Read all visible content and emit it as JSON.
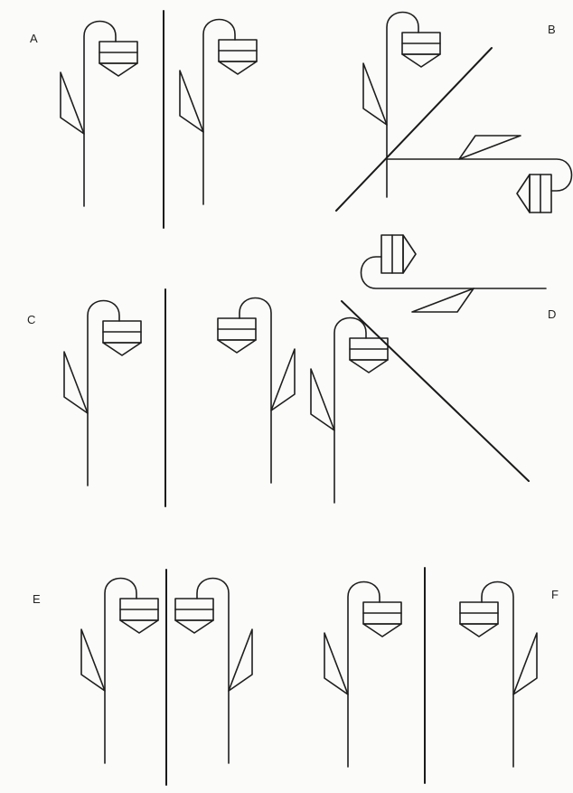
{
  "panels": [
    {
      "id": "A",
      "label": "A"
    },
    {
      "id": "B",
      "label": "B"
    },
    {
      "id": "C",
      "label": "C"
    },
    {
      "id": "D",
      "label": "D"
    },
    {
      "id": "E",
      "label": "E"
    },
    {
      "id": "F",
      "label": "F"
    }
  ],
  "colors": {
    "ink": "#1e1e1e",
    "paper": "#fbfbf9"
  }
}
